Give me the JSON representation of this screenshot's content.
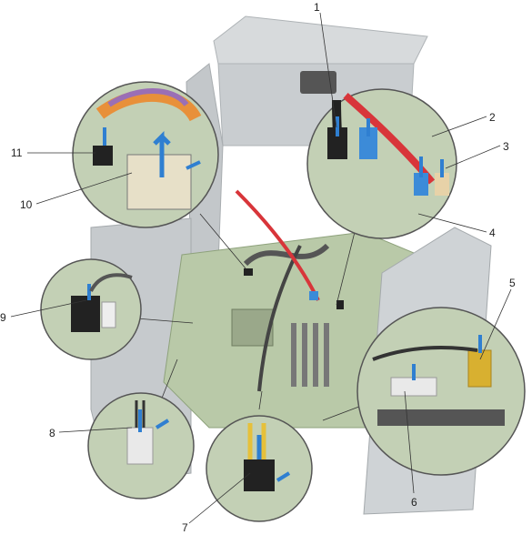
{
  "figure": {
    "callouts": [
      {
        "number": "1"
      },
      {
        "number": "2"
      },
      {
        "number": "3"
      },
      {
        "number": "4"
      },
      {
        "number": "5"
      },
      {
        "number": "6"
      },
      {
        "number": "7"
      },
      {
        "number": "8"
      },
      {
        "number": "9"
      },
      {
        "number": "10"
      },
      {
        "number": "11"
      }
    ],
    "colors": {
      "chassis": "#cfd3d6",
      "chassis_dark": "#9ea4a8",
      "board": "#b9c9a8",
      "board_dark": "#8ea27c",
      "arrow": "#2f7fd1",
      "cable_red": "#d8353a",
      "cable_blue": "#3c8bd8",
      "cable_orange": "#e8903a",
      "cable_yellow": "#e6c03a",
      "cable_purple": "#9a6fb5",
      "connector_black": "#222222",
      "connector_yellow": "#d8b030"
    }
  }
}
